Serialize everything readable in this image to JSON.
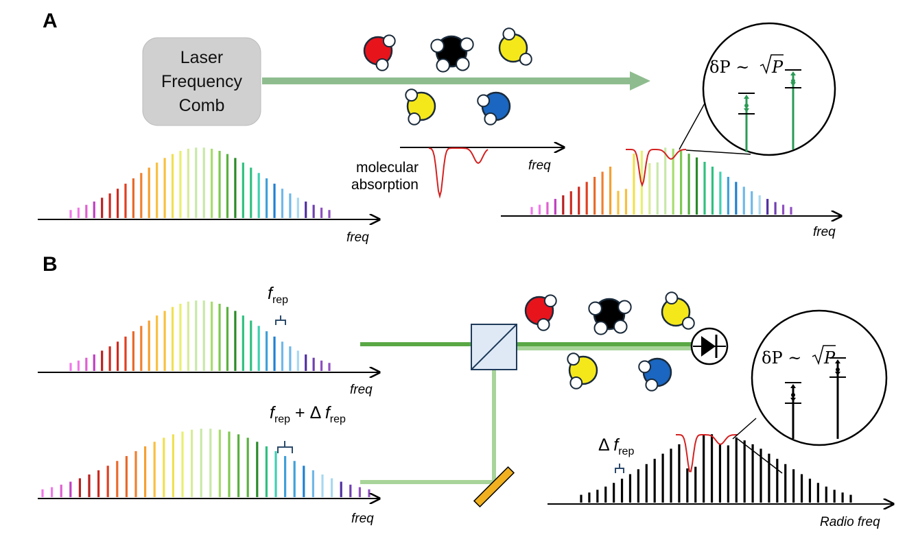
{
  "panels": {
    "a": "A",
    "b": "B"
  },
  "laser_box": {
    "line1": "Laser",
    "line2": "Frequency",
    "line3": "Comb"
  },
  "axis": {
    "freq": "freq",
    "radio_freq": "Radio freq"
  },
  "absorption_label": {
    "line1": "molecular",
    "line2": "absorption"
  },
  "noise_eq": {
    "lhs": "δP ~ ",
    "rhs": "P"
  },
  "frep": {
    "base": "f",
    "sub": "rep",
    "plus": " + Δ ",
    "delta": "Δ "
  },
  "colors": {
    "beam_dark": "#5aa845",
    "beam_light": "#a8d49a",
    "arrow_green": "#8fbc8f",
    "absorption": "#d42020",
    "mirror": "#f0b020",
    "splitter": "#dfe9f6",
    "zoom_green": "#2a9a55",
    "comb_palette": [
      "#f078e8",
      "#e060d0",
      "#c040c0",
      "#b82020",
      "#cc2a20",
      "#e04020",
      "#e86a2a",
      "#f08030",
      "#f5a030",
      "#f8c040",
      "#f0e050",
      "#e8f070",
      "#d8ec98",
      "#c8e8a8",
      "#a8dc70",
      "#80c850",
      "#5ab040",
      "#2a8a2a",
      "#30c080",
      "#40d0b0",
      "#40a0d8",
      "#2080d0",
      "#70b8e8",
      "#a8d8f0",
      "#5030a0",
      "#7040b0",
      "#9050c0"
    ]
  }
}
